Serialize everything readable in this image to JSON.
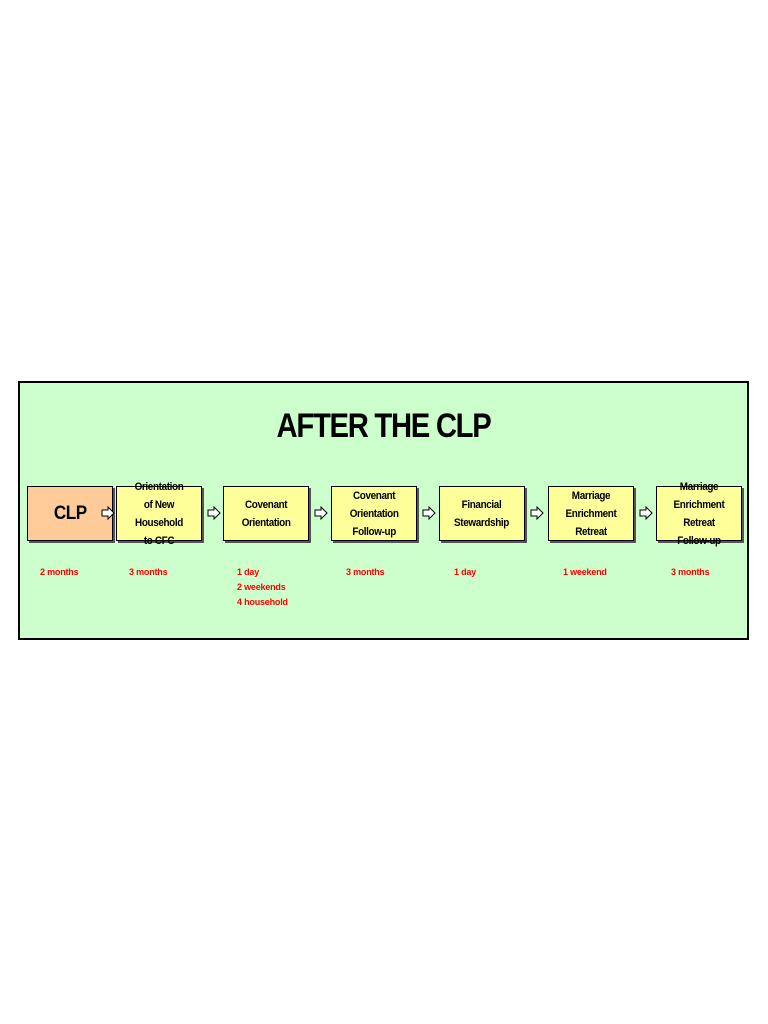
{
  "title": "AFTER THE CLP",
  "colors": {
    "panel_bg": "#ccffcc",
    "first_box_bg": "#ffcc99",
    "box_bg": "#ffff99",
    "duration_text": "#ff0000"
  },
  "steps": [
    {
      "label": "CLP",
      "duration": "2 months"
    },
    {
      "label": "Orientation\nof New Household\nto CFC",
      "duration": "3 months"
    },
    {
      "label": "Covenant\nOrientation",
      "duration": "1 day\n2 weekends\n4 household"
    },
    {
      "label": "Covenant\nOrientation\nFollow-up",
      "duration": "3 months"
    },
    {
      "label": "Financial\nStewardship",
      "duration": "1 day"
    },
    {
      "label": "Marriage\nEnrichment Retreat",
      "duration": "1 weekend"
    },
    {
      "label": "Marriage\nEnrichment Retreat\nFollow-up",
      "duration": "3 months"
    }
  ],
  "connector_icon": "right-arrow-icon"
}
